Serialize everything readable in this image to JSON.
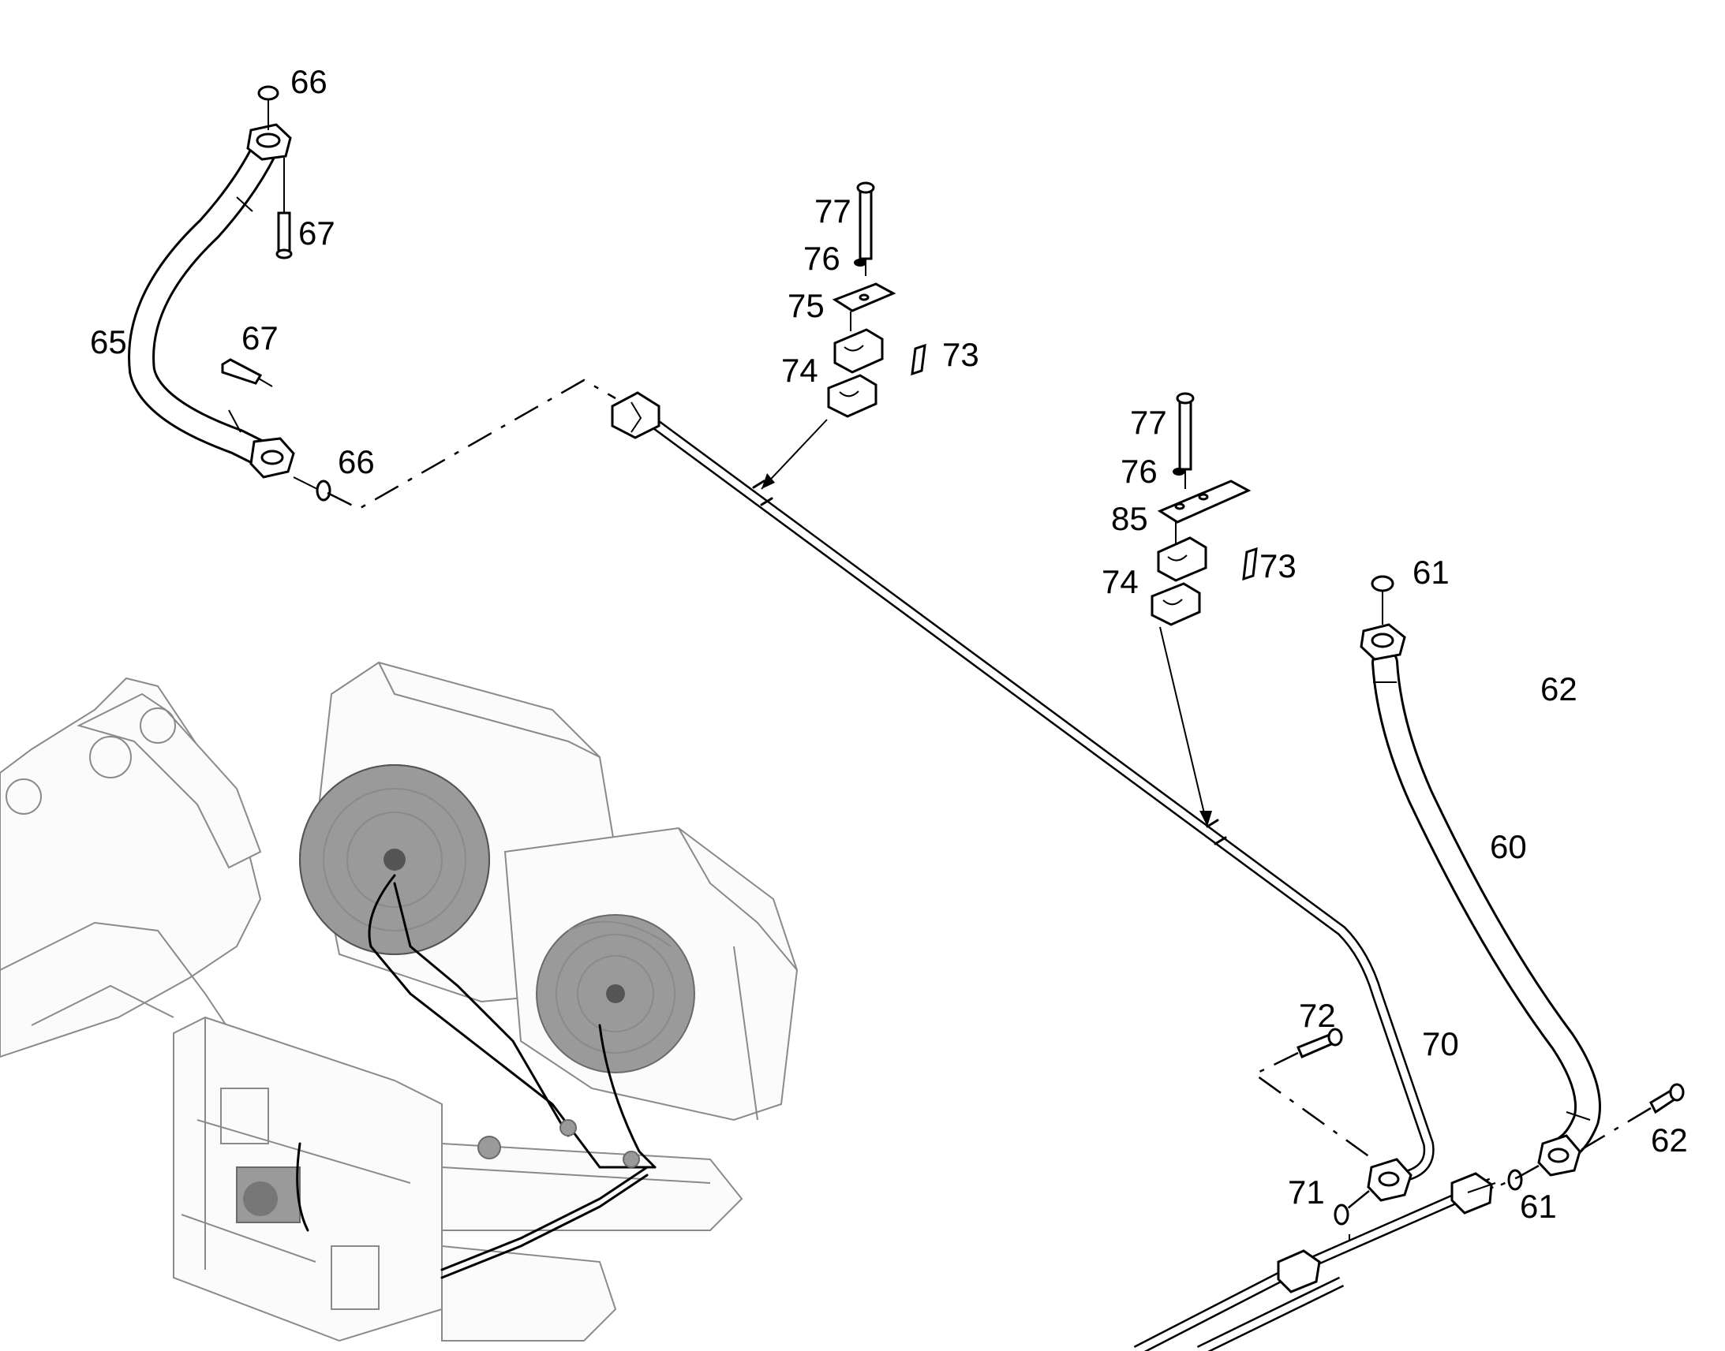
{
  "callouts": {
    "c66_top": "66",
    "c67_top": "67",
    "c65": "65",
    "c67_mid": "67",
    "c66_mid": "66",
    "c77_a": "77",
    "c76_a": "76",
    "c75": "75",
    "c74_a": "74",
    "c73_a": "73",
    "c77_b": "77",
    "c76_b": "76",
    "c85": "85",
    "c74_b": "74",
    "c73_b": "73",
    "c61_top": "61",
    "c62_top": "62",
    "c60": "60",
    "c72": "72",
    "c70": "70",
    "c71": "71",
    "c62_right": "62",
    "c61_bottom": "61"
  },
  "icons": [
    "hose-assembly",
    "pipe-assembly",
    "clamp-halves",
    "bolt",
    "washer",
    "o-ring",
    "cooling-fan",
    "vehicle-frame"
  ]
}
